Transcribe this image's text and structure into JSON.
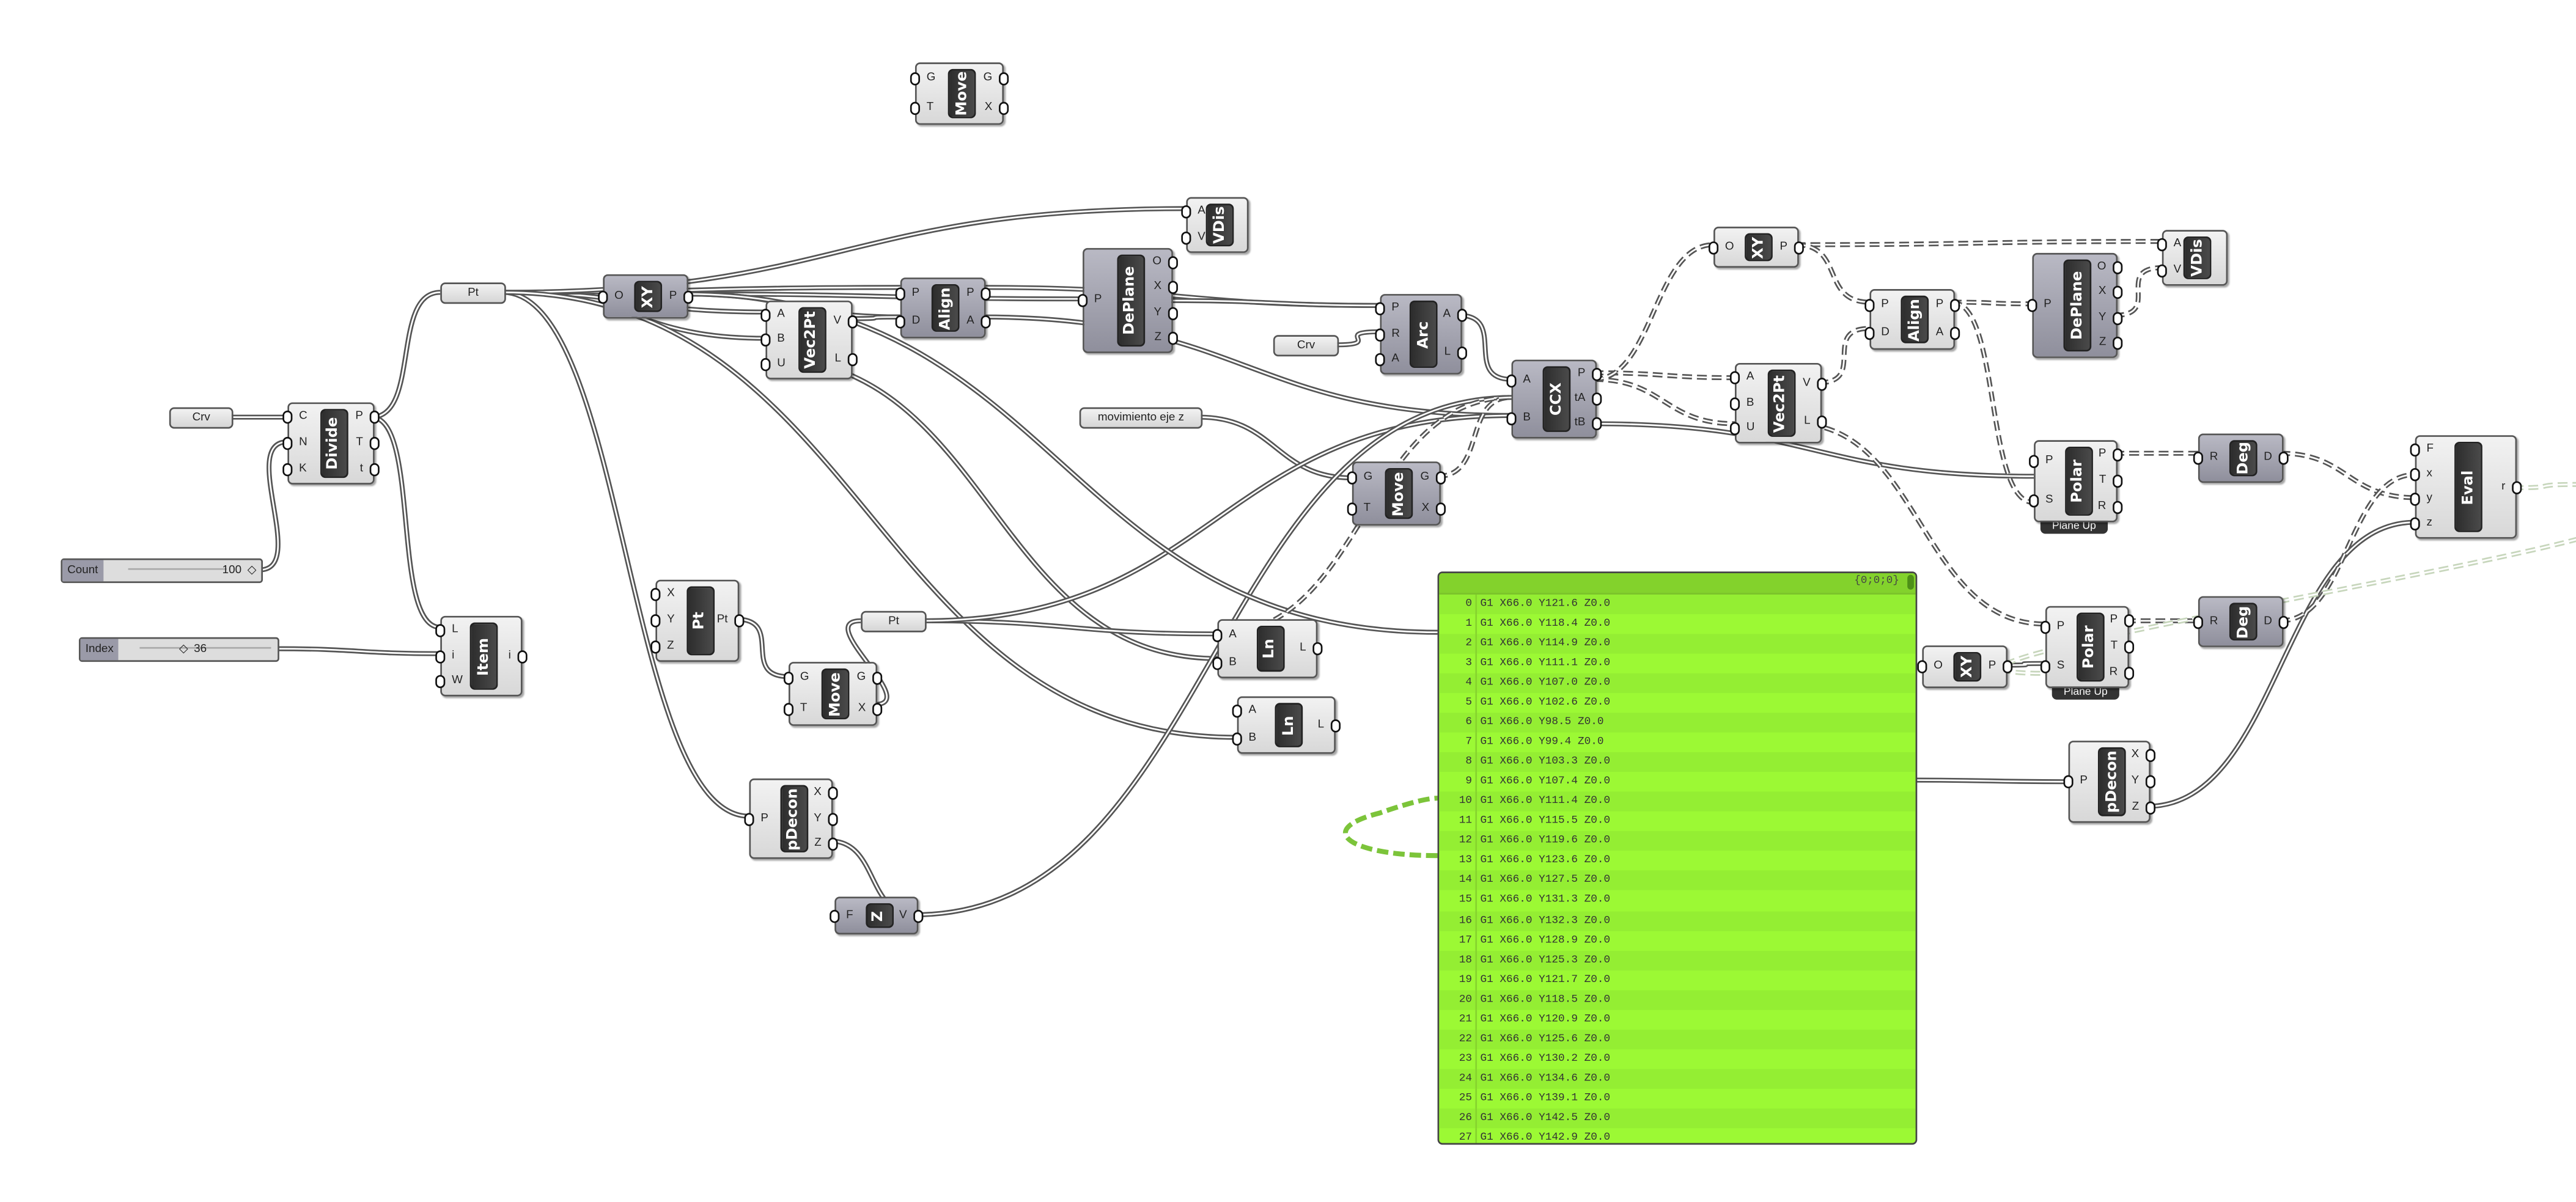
{
  "components": {
    "move_top": {
      "title": "Move",
      "inputs": [
        "G",
        "T"
      ],
      "outputs": [
        "G",
        "X"
      ]
    },
    "xy_left": {
      "title": "XY",
      "inputs": [
        "O"
      ],
      "outputs": [
        "P"
      ]
    },
    "vec2pt_left": {
      "title": "Vec2Pt",
      "inputs": [
        "A",
        "B",
        "U"
      ],
      "outputs": [
        "V",
        "L"
      ]
    },
    "align_left": {
      "title": "Align",
      "inputs": [
        "P",
        "D"
      ],
      "outputs": [
        "P",
        "A"
      ]
    },
    "deplane_left": {
      "title": "DePlane",
      "inputs": [
        "P"
      ],
      "outputs": [
        "O",
        "X",
        "Y",
        "Z"
      ]
    },
    "vdis_left": {
      "title": "VDis",
      "inputs": [
        "A",
        "V"
      ],
      "outputs": []
    },
    "arc": {
      "title": "Arc",
      "inputs": [
        "P",
        "R",
        "A"
      ],
      "outputs": [
        "A",
        "L"
      ]
    },
    "ccx": {
      "title": "CCX",
      "inputs": [
        "A",
        "B"
      ],
      "outputs": [
        "P",
        "tA",
        "tB"
      ]
    },
    "move_mid": {
      "title": "Move",
      "inputs": [
        "G",
        "T"
      ],
      "outputs": [
        "G",
        "X"
      ]
    },
    "divide": {
      "title": "Divide",
      "inputs": [
        "C",
        "N",
        "K"
      ],
      "outputs": [
        "P",
        "T",
        "t"
      ]
    },
    "item": {
      "title": "Item",
      "inputs": [
        "L",
        "i",
        "W"
      ],
      "outputs": [
        "i"
      ]
    },
    "pt_comp": {
      "title": "Pt",
      "inputs": [
        "X",
        "Y",
        "Z"
      ],
      "outputs": [
        "Pt"
      ]
    },
    "move_low": {
      "title": "Move",
      "inputs": [
        "G",
        "T"
      ],
      "outputs": [
        "G",
        "X"
      ]
    },
    "pdecon_left": {
      "title": "pDecon",
      "inputs": [
        "P"
      ],
      "outputs": [
        "X",
        "Y",
        "Z"
      ]
    },
    "z_vec": {
      "title": "Z",
      "inputs": [
        "F"
      ],
      "outputs": [
        "V"
      ]
    },
    "ln1": {
      "title": "Ln",
      "inputs": [
        "A",
        "B"
      ],
      "outputs": [
        "L"
      ]
    },
    "ln2": {
      "title": "Ln",
      "inputs": [
        "A",
        "B"
      ],
      "outputs": [
        "L"
      ]
    },
    "xy_right": {
      "title": "XY",
      "inputs": [
        "O"
      ],
      "outputs": [
        "P"
      ]
    },
    "align_right": {
      "title": "Align",
      "inputs": [
        "P",
        "D"
      ],
      "outputs": [
        "P",
        "A"
      ]
    },
    "deplane_right": {
      "title": "DePlane",
      "inputs": [
        "P"
      ],
      "outputs": [
        "O",
        "X",
        "Y",
        "Z"
      ]
    },
    "vdis_right": {
      "title": "VDis",
      "inputs": [
        "A",
        "V"
      ],
      "outputs": []
    },
    "vec2pt_right": {
      "title": "Vec2Pt",
      "inputs": [
        "A",
        "B",
        "U"
      ],
      "outputs": [
        "V",
        "L"
      ]
    },
    "polar1": {
      "title": "Polar",
      "inputs": [
        "P",
        "S"
      ],
      "outputs": [
        "P",
        "T",
        "R"
      ],
      "sublabel": "Plane Up"
    },
    "deg1": {
      "title": "Deg",
      "inputs": [
        "R"
      ],
      "outputs": [
        "D"
      ]
    },
    "eval": {
      "title": "Eval",
      "inputs": [
        "F",
        "x",
        "y",
        "z"
      ],
      "outputs": [
        "r"
      ]
    },
    "xy_small": {
      "title": "XY",
      "inputs": [
        "O"
      ],
      "outputs": [
        "P"
      ]
    },
    "polar2": {
      "title": "Polar",
      "inputs": [
        "P",
        "S"
      ],
      "outputs": [
        "P",
        "T",
        "R"
      ],
      "sublabel": "Plane Up"
    },
    "deg2": {
      "title": "Deg",
      "inputs": [
        "R"
      ],
      "outputs": [
        "D"
      ]
    },
    "pdecon_right": {
      "title": "pDecon",
      "inputs": [
        "P"
      ],
      "outputs": [
        "X",
        "Y",
        "Z"
      ]
    }
  },
  "params": {
    "pt_top": "Pt",
    "crv_left": "Crv",
    "crv_mid": "Crv",
    "pt_mid": "Pt",
    "movimiento": "movimiento eje z"
  },
  "sliders": {
    "count": {
      "label": "Count",
      "value": "100"
    },
    "index": {
      "label": "Index",
      "value": "36"
    }
  },
  "panel": {
    "path": "{0;0;0}",
    "rows": [
      "G1 X66.0 Y121.6 Z0.0",
      "G1 X66.0 Y118.4 Z0.0",
      "G1 X66.0 Y114.9 Z0.0",
      "G1 X66.0 Y111.1 Z0.0",
      "G1 X66.0 Y107.0 Z0.0",
      "G1 X66.0 Y102.6 Z0.0",
      "G1 X66.0 Y98.5 Z0.0",
      "G1 X66.0 Y99.4 Z0.0",
      "G1 X66.0 Y103.3 Z0.0",
      "G1 X66.0 Y107.4 Z0.0",
      "G1 X66.0 Y111.4 Z0.0",
      "G1 X66.0 Y115.5 Z0.0",
      "G1 X66.0 Y119.6 Z0.0",
      "G1 X66.0 Y123.6 Z0.0",
      "G1 X66.0 Y127.5 Z0.0",
      "G1 X66.0 Y131.3 Z0.0",
      "G1 X66.0 Y132.3 Z0.0",
      "G1 X66.0 Y128.9 Z0.0",
      "G1 X66.0 Y125.3 Z0.0",
      "G1 X66.0 Y121.7 Z0.0",
      "G1 X66.0 Y118.5 Z0.0",
      "G1 X66.0 Y120.9 Z0.0",
      "G1 X66.0 Y125.6 Z0.0",
      "G1 X66.0 Y130.2 Z0.0",
      "G1 X66.0 Y134.6 Z0.0",
      "G1 X66.0 Y139.1 Z0.0",
      "G1 X66.0 Y142.5 Z0.0",
      "G1 X66.0 Y142.9 Z0.0"
    ]
  },
  "colors": {
    "panel_bg": "#9cf934",
    "wire": "#666666",
    "wire_selected": "#a8cf8a"
  }
}
